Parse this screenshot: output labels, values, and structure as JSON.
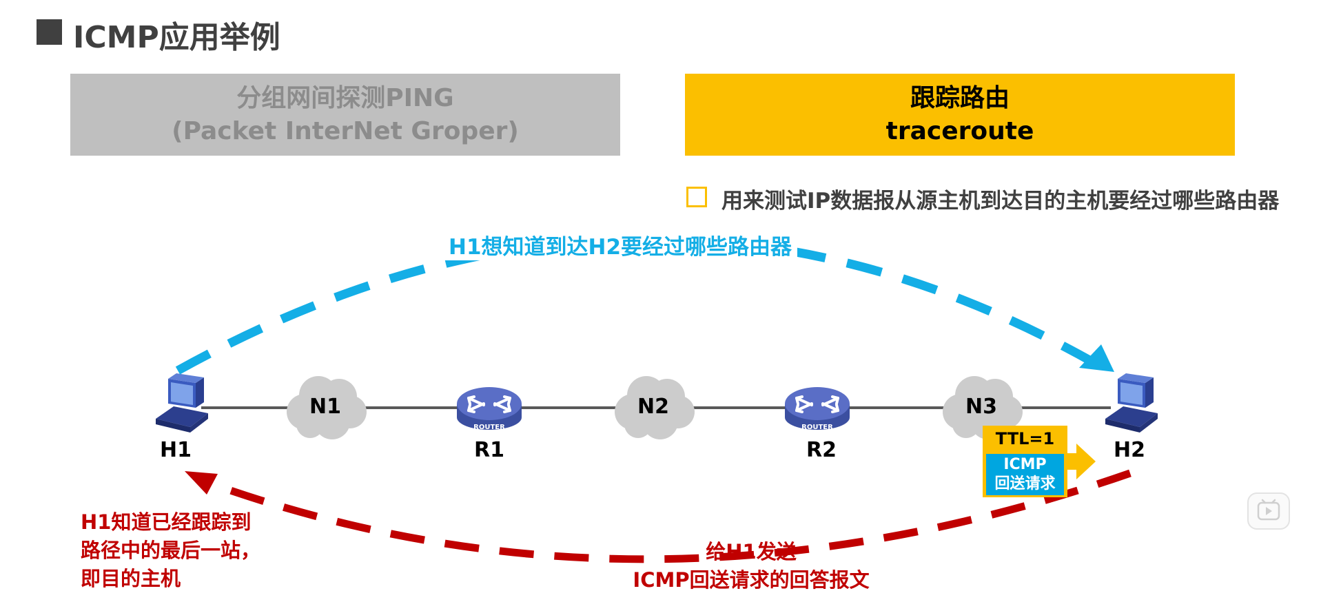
{
  "title": "ICMP应用举例",
  "ping_box": {
    "line1": "分组网间探测PING",
    "line2": "(Packet InterNet Groper)"
  },
  "traceroute_box": {
    "line1": "跟踪路由",
    "line2": "traceroute"
  },
  "bullet_text": "用来测试IP数据报从源主机到达目的主机要经过哪些路由器",
  "diagram": {
    "blue_label": "H1想知道到达H2要经过哪些路由器",
    "nodes": {
      "h1": "H1",
      "r1": "R1",
      "r2": "R2",
      "h2": "H2"
    },
    "clouds": {
      "n1": "N1",
      "n2": "N2",
      "n3": "N3"
    },
    "router_tag": "ROUTER",
    "ttl_label": "TTL=1",
    "icmp_packet": {
      "line1": "ICMP",
      "line2": "回送请求"
    },
    "red_label_left": [
      "H1知道已经跟踪到",
      "路径中的最后一站，",
      "即目的主机"
    ],
    "red_label_bottom": [
      "给H1发送",
      "ICMP回送请求的回答报文"
    ]
  },
  "colors": {
    "blue_arrow": "#14aee6",
    "red_arrow": "#c00000",
    "accent_yellow": "#fbbf00",
    "gray_box": "#bfbfbf"
  }
}
